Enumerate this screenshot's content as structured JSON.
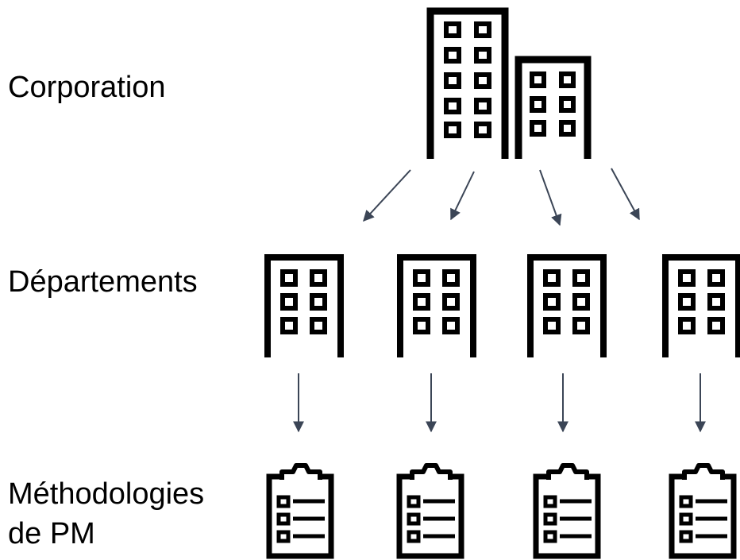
{
  "labels": {
    "corporation": "Corporation",
    "departments": "Départements",
    "methodologies_line1": "Méthodologies",
    "methodologies_line2": "de PM"
  },
  "colors": {
    "icon": "#000000",
    "arrow": "#3B4556",
    "text": "#000000"
  },
  "icons": {
    "corporation": "office-buildings-icon",
    "department": "office-building-icon",
    "methodology": "clipboard-checklist-icon"
  }
}
